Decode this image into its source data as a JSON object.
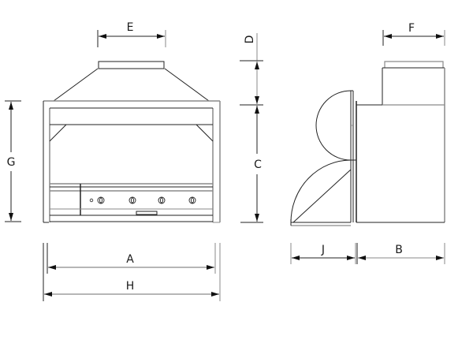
{
  "diagram": {
    "type": "technical-dimension-drawing",
    "views": [
      "front-view",
      "side-view"
    ],
    "line_colors": {
      "outline": "#222222",
      "secondary": "#8a8a8a",
      "background": "#ffffff"
    }
  },
  "front_view": {
    "dimensions": {
      "E": "E",
      "G": "G",
      "A": "A",
      "H": "H"
    },
    "control_panel": {
      "knob_count": 4,
      "knob_glyph": "0",
      "has_indicator_dot": true,
      "has_drip_tray_handle": true
    }
  },
  "side_view": {
    "dimensions": {
      "D": "D",
      "C": "C",
      "F": "F",
      "J": "J",
      "B": "B"
    },
    "door_swings": 2
  }
}
